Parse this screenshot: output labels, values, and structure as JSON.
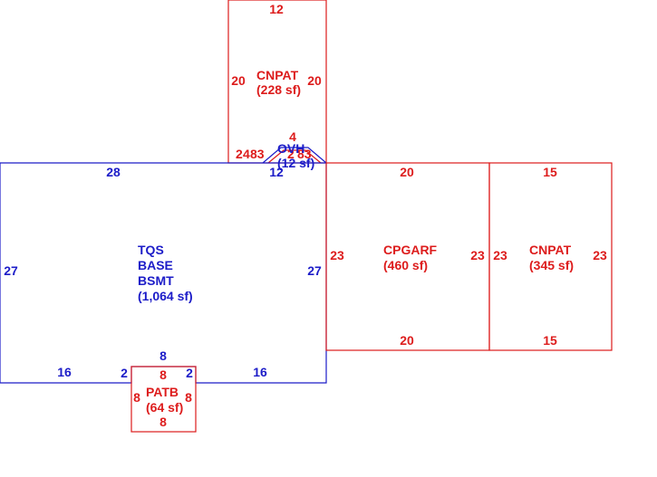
{
  "colors": {
    "red": "#dd1c1c",
    "blue": "#1c1cc8"
  },
  "areas": {
    "cnpat_top": {
      "name": "CNPAT",
      "area": "(228 sf)",
      "dim_top": "12",
      "dim_left": "20",
      "dim_right": "20"
    },
    "ovh": {
      "name": "OVH",
      "area": "(12 sf)",
      "dim_top": "4",
      "dim_left": "2",
      "dim_left2": "4",
      "dim_left3": "83",
      "dim_right": "2",
      "dim_right2": "83"
    },
    "base": {
      "name_line1": "TQS",
      "name_line2": "BASE",
      "name_line3": "BSMT",
      "area": "(1,064 sf)",
      "dim_top": "28",
      "dim_top_right": "12",
      "dim_left": "27",
      "dim_right": "27",
      "dim_bottom_left": "16",
      "dim_bottom_right": "16",
      "dim_notch_left": "2",
      "dim_notch_right": "2",
      "dim_notch_top": "8"
    },
    "cpgarf": {
      "name": "CPGARF",
      "area": "(460 sf)",
      "dim_top": "20",
      "dim_bottom": "20",
      "dim_left": "23",
      "dim_right": "23"
    },
    "cnpat_right": {
      "name": "CNPAT",
      "area": "(345 sf)",
      "dim_top": "15",
      "dim_bottom": "15",
      "dim_left": "23",
      "dim_right": "23"
    },
    "patb": {
      "name": "PATB",
      "area": "(64 sf)",
      "dim_top": "8",
      "dim_bottom": "8",
      "dim_left": "8",
      "dim_right": "8"
    }
  }
}
